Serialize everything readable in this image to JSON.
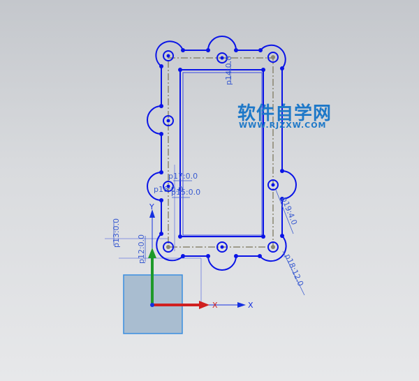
{
  "viewport": {
    "dimensions": [
      "p17:0.0",
      "p16:0.0",
      "p15:0.0",
      "p14:0.0",
      "p13:0.0",
      "p12:0.0",
      "p19:4.0",
      "p18:12.0"
    ],
    "axes": {
      "x": "X",
      "y": "Y"
    },
    "colors": {
      "curve": "#0a14e6",
      "dimension": "#3a5bd0",
      "centerline": "#8a8670",
      "x_axis": "#d02020",
      "y_axis": "#1e9a2a",
      "plane": "#a9bdd0"
    }
  },
  "watermark": {
    "title": "软件自学网",
    "url": "WWW.RJZXW.COM"
  }
}
